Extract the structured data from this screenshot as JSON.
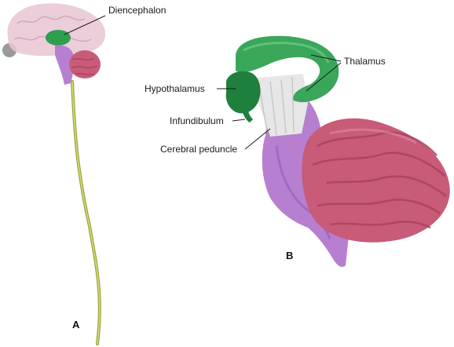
{
  "panels": {
    "a": {
      "letter": "A"
    },
    "b": {
      "letter": "B"
    }
  },
  "labels": {
    "diencephalon": "Diencephalon",
    "thalamus": "Thalamus",
    "hypothalamus": "Hypothalamus",
    "infundibulum": "Infundibulum",
    "cerebral_peduncle": "Cerebral peduncle"
  },
  "colors": {
    "cerebrum": "#e8c6d4",
    "diencephalon": "#2f9e4f",
    "thalamus": "#3aa65a",
    "thalamus_dark": "#1f7f3c",
    "brainstem": "#b77fd0",
    "cerebellum": "#c75b78",
    "cerebellum_dark": "#a8435f",
    "peduncle": "#e6e6e6",
    "spinal_cord": "#c7d36a"
  }
}
